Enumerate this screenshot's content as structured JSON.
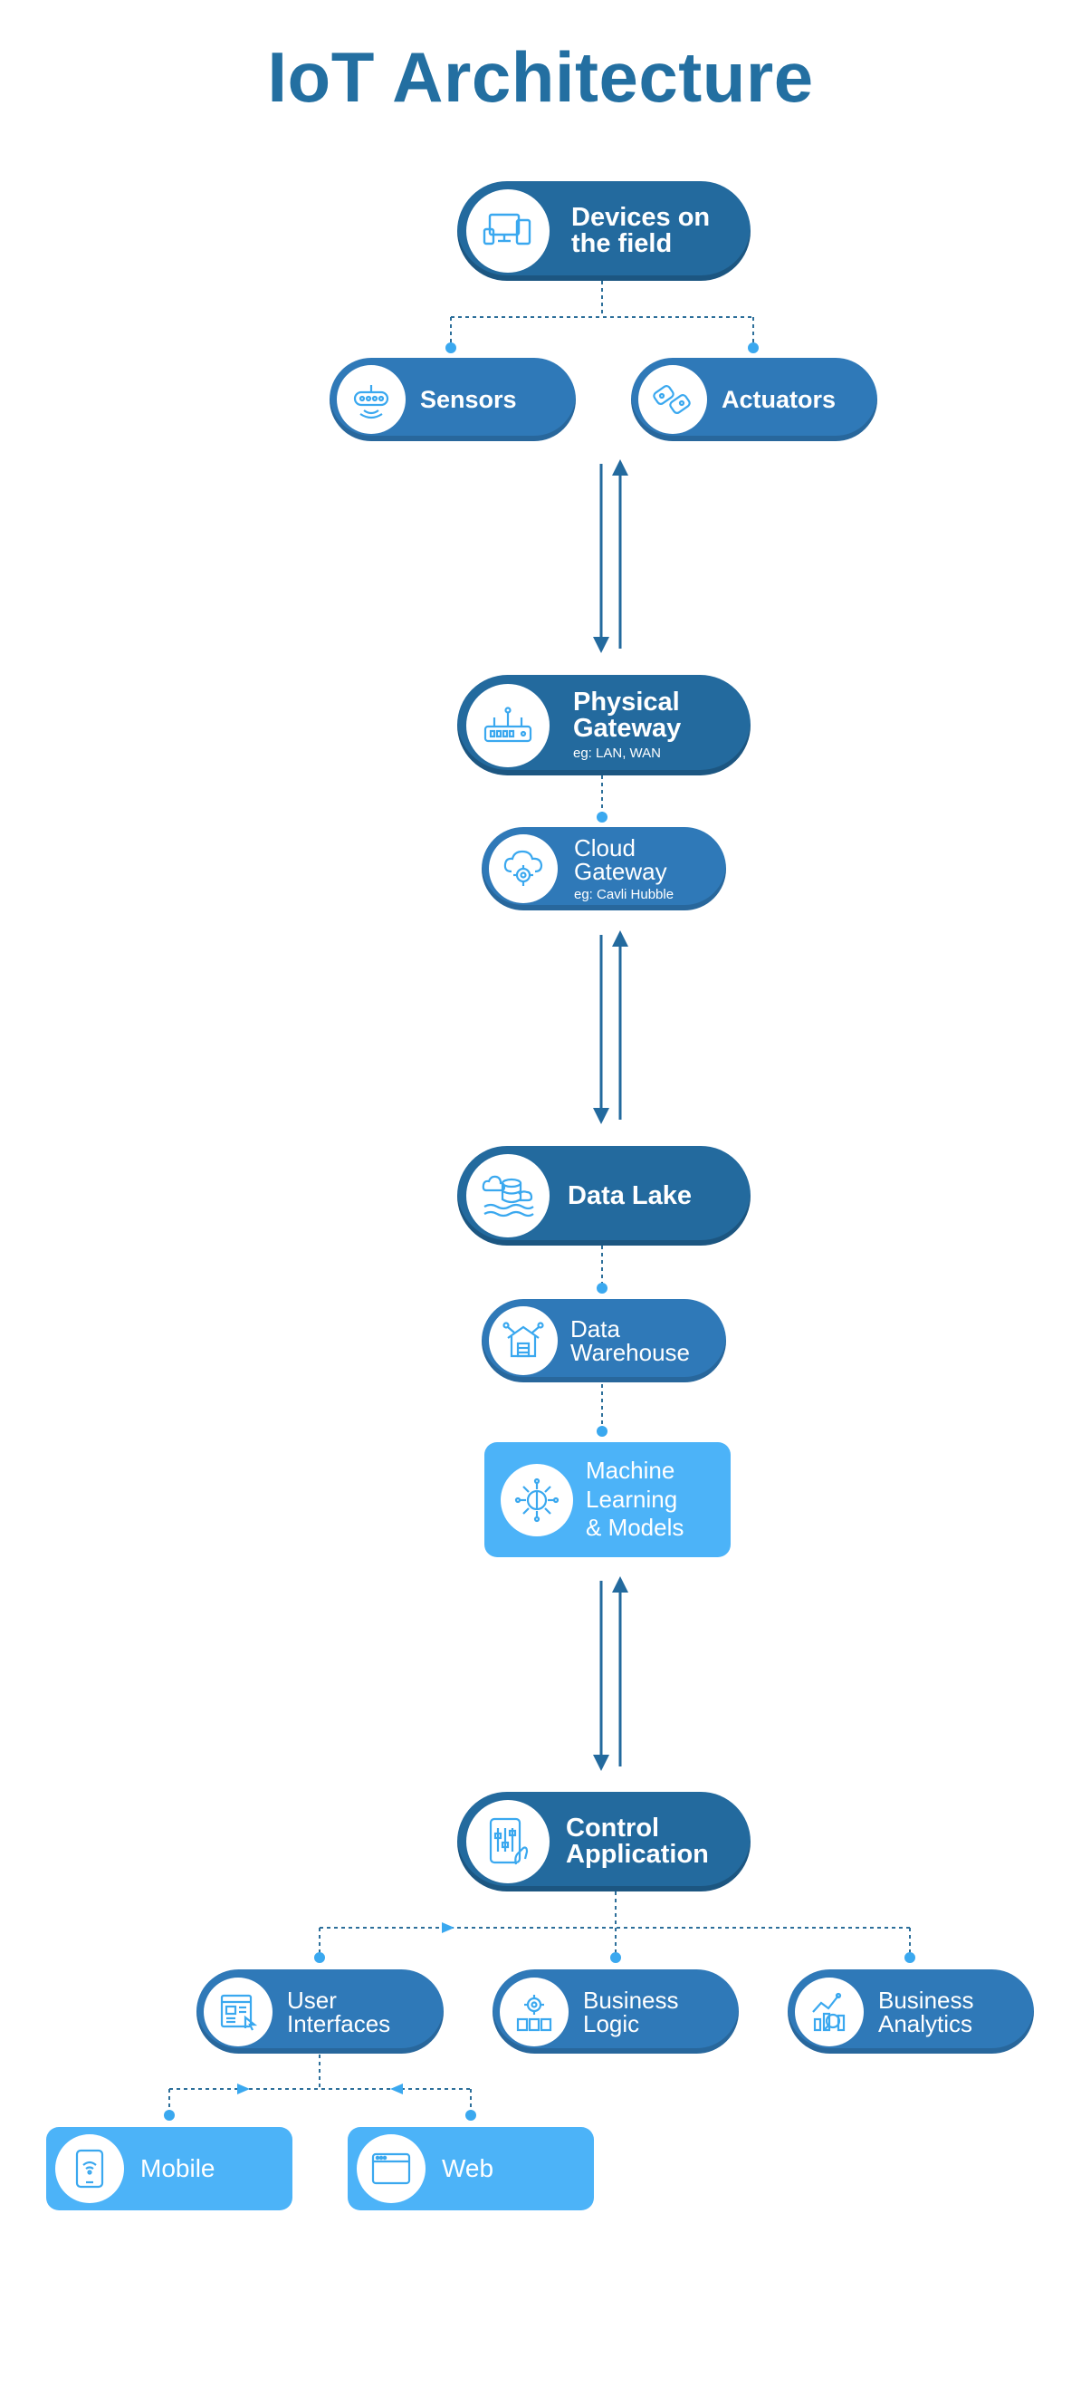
{
  "title": "IoT Architecture",
  "colors": {
    "title": "#236fa1",
    "node_dark": "#236a9e",
    "node_mid": "#2f79b8",
    "node_light": "#4cb3f8",
    "icon_stroke": "#3aa8ef",
    "connector": "#2d6f9a",
    "connector_dot": "#3aa8ef",
    "arrow": "#236a9e"
  },
  "nodes": {
    "devices": {
      "label": "Devices on\nthe field",
      "icon": "devices-icon"
    },
    "sensors": {
      "label": "Sensors",
      "icon": "sensor-icon"
    },
    "actuators": {
      "label": "Actuators",
      "icon": "actuator-icon"
    },
    "physical_gateway": {
      "label": "Physical\nGateway",
      "sublabel": "eg: LAN, WAN",
      "icon": "router-icon"
    },
    "cloud_gateway": {
      "label": "Cloud\nGateway",
      "sublabel": "eg: Cavli Hubble",
      "icon": "cloud-gear-icon"
    },
    "data_lake": {
      "label": "Data Lake",
      "icon": "data-lake-icon"
    },
    "data_warehouse": {
      "label": "Data\nWarehouse",
      "icon": "warehouse-icon"
    },
    "ml_models": {
      "label": "Machine\nLearning\n& Models",
      "icon": "ml-chip-icon"
    },
    "control_app": {
      "label": "Control\nApplication",
      "icon": "tablet-control-icon"
    },
    "user_interfaces": {
      "label": "User\nInterfaces",
      "icon": "ui-layout-icon"
    },
    "business_logic": {
      "label": "Business\nLogic",
      "icon": "gear-blocks-icon"
    },
    "business_analytics": {
      "label": "Business\nAnalytics",
      "icon": "analytics-icon"
    },
    "mobile": {
      "label": "Mobile",
      "icon": "mobile-icon"
    },
    "web": {
      "label": "Web",
      "icon": "browser-icon"
    }
  }
}
